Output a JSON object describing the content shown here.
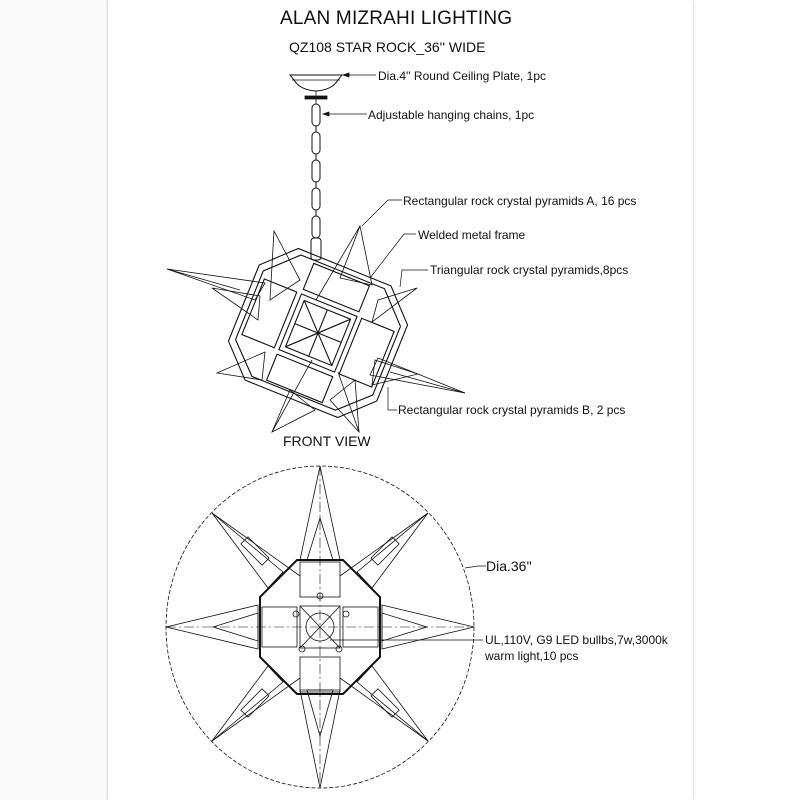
{
  "header": {
    "title": "ALAN MIZRAHI LIGHTING",
    "subtitle": "QZ108 STAR ROCK_36'' WIDE"
  },
  "front_view": {
    "label": "FRONT VIEW",
    "callouts": [
      "Dia.4'' Round Ceiling Plate, 1pc",
      "Adjustable hanging chains, 1pc",
      "Rectangular  rock crystal pyramids A, 16 pcs",
      "Welded metal frame",
      "Triangular  rock crystal pyramids,8pcs",
      "Rectangular  rock crystal pyramids B, 2 pcs"
    ]
  },
  "top_view": {
    "diameter": "Dia.36''",
    "bulbs_line1": "UL,110V, G9 LED bullbs,7w,3000k",
    "bulbs_line2": "warm light,10 pcs"
  }
}
